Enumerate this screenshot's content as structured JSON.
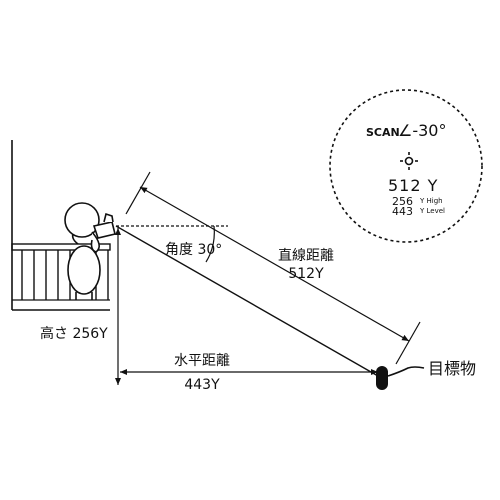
{
  "labels": {
    "angle": "角度 30°",
    "straight_title": "直線距離",
    "straight_value": "512Y",
    "height": "高さ 256Y",
    "horizontal_title": "水平距離",
    "horizontal_value": "443Y",
    "target": "目標物"
  },
  "viewfinder": {
    "scan_label": "SCAN",
    "angle_readout": "∠-30°",
    "distance": "512 Y",
    "high_value": "256",
    "high_unit": "Y High",
    "level_value": "443",
    "level_unit": "Y Level"
  },
  "colors": {
    "ink": "#111111",
    "background": "#ffffff"
  }
}
